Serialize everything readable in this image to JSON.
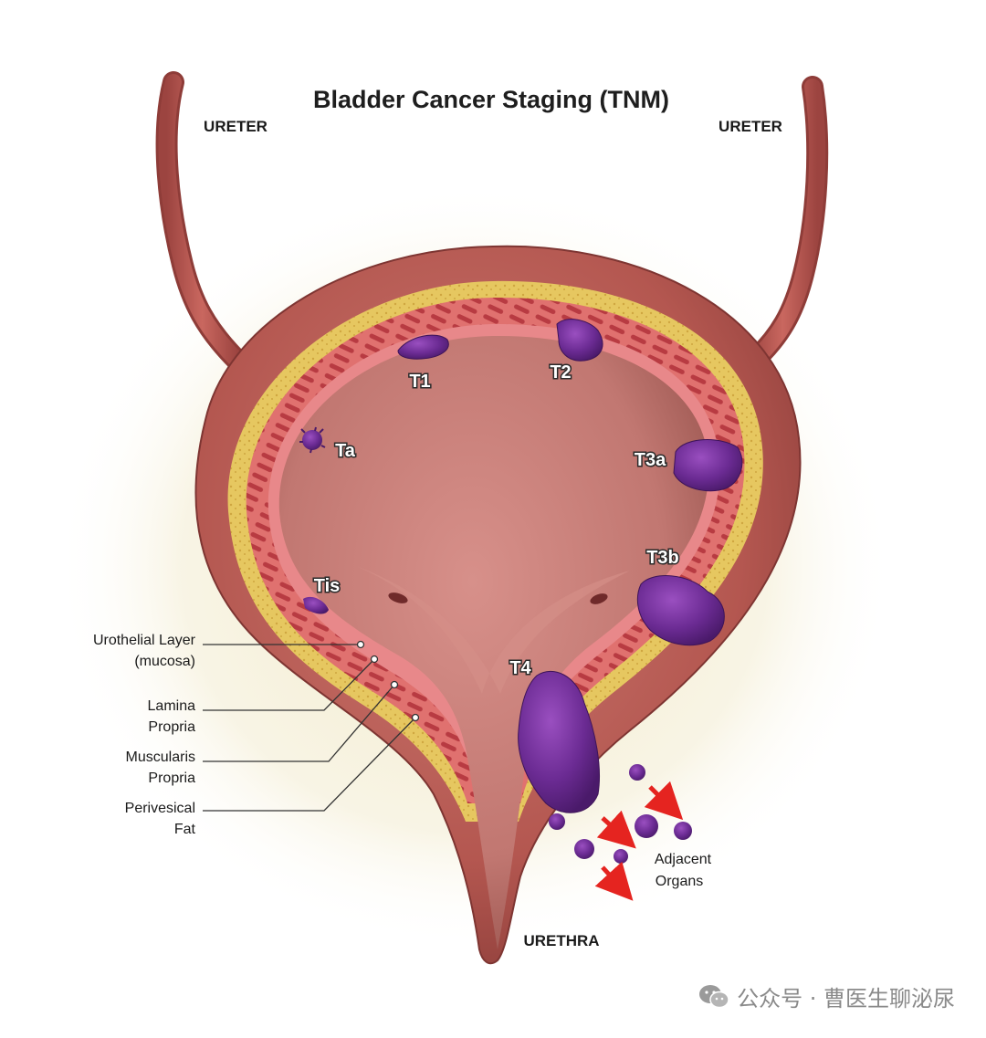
{
  "title": "Bladder Cancer Staging (TNM)",
  "anatomy": {
    "ureter_left": "URETER",
    "ureter_right": "URETER",
    "urethra": "URETHRA"
  },
  "stages": {
    "t1": "T1",
    "t2": "T2",
    "ta": "Ta",
    "t3a": "T3a",
    "t3b": "T3b",
    "tis": "Tis",
    "t4": "T4"
  },
  "layers": {
    "urothelial_1": "Urothelial Layer",
    "urothelial_2": "(mucosa)",
    "lamina_1": "Lamina",
    "lamina_2": "Propria",
    "muscularis_1": "Muscularis",
    "muscularis_2": "Propria",
    "perivesical_1": "Perivesical",
    "perivesical_2": "Fat"
  },
  "adjacent": {
    "line1": "Adjacent",
    "line2": "Organs"
  },
  "watermark": {
    "text": "公众号 · 曹医生聊泌尿"
  },
  "colors": {
    "tumor": "#6a2b8c",
    "arrow": "#e52420",
    "bladder": "#b85a55",
    "fat": "#e2c35a",
    "muscle": "#c94c4f"
  }
}
